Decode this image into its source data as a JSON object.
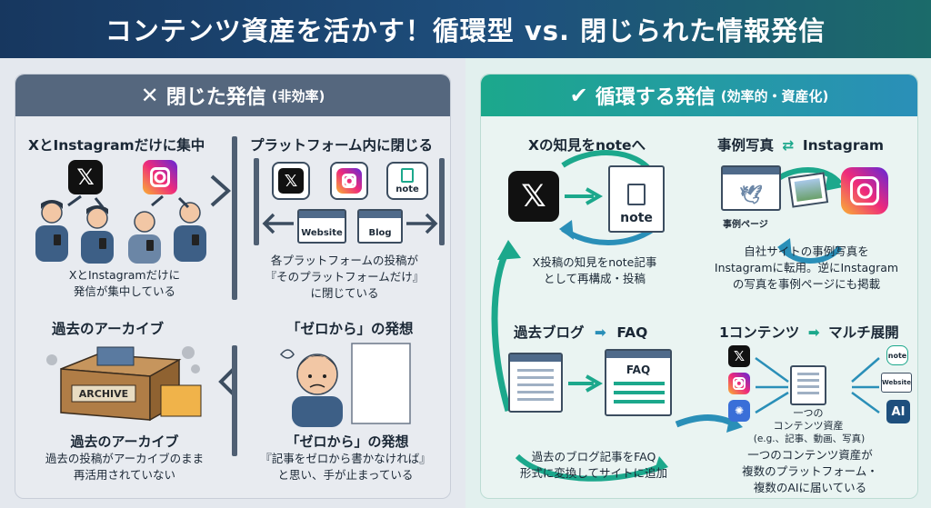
{
  "title": "コンテンツ資産を活かす！循環型 vs. 閉じられた情報発信",
  "left": {
    "header_icon": "x-mark-icon",
    "header": "閉じた発信",
    "header_sub": "(非効率)",
    "s1": {
      "title": "XとInstagramだけに集中",
      "caption": "XとInstagramだけに\n発信が集中している"
    },
    "s2": {
      "title": "プラットフォーム内に閉じる",
      "caption": "各プラットフォームの投稿が\n『そのプラットフォームだけ』\nに閉じている",
      "labels": {
        "website": "Website",
        "blog": "Blog",
        "note": "note"
      }
    },
    "s3": {
      "title": "過去のアーカイブ",
      "box_label": "ARCHIVE",
      "caption_title": "過去のアーカイブ",
      "caption": "過去の投稿がアーカイブのまま\n再活用されていない"
    },
    "s4": {
      "title": "「ゼロから」の発想",
      "caption_title": "「ゼロから」の発想",
      "caption": "『記事をゼロから書かなければ』\nと思い、手が止まっている"
    }
  },
  "right": {
    "header_icon": "check-icon",
    "header": "循環する発信",
    "header_sub": "(効率的・資産化)",
    "s1": {
      "title": "Xの知見をnoteへ",
      "note_label": "note",
      "caption": "X投稿の知見をnote記事\nとして再構成・投稿"
    },
    "s2": {
      "title_a": "事例写真",
      "title_b": "Instagram",
      "page_label": "事例ページ",
      "caption": "自社サイトの事例写真を\nInstagramに転用。逆にInstagram\nの写真を事例ページにも掲載"
    },
    "s3": {
      "title_a": "過去ブログ",
      "title_b": "FAQ",
      "faq_label": "FAQ",
      "caption": "過去のブログ記事をFAQ\n形式に変換してサイトに追加"
    },
    "s4": {
      "title_a": "1コンテンツ",
      "title_b": "マルチ展開",
      "asset_label": "一つの\nコンテンツ資産",
      "asset_sub": "(e.g.、記事、動画、写真)",
      "labels": {
        "note": "note",
        "website": "Website",
        "ai": "AI"
      },
      "caption": "一つのコンテンツ資産が\n複数のプラットフォーム・\n複数のAIに届いている"
    }
  },
  "colors": {
    "accent_green": "#1ca88c",
    "accent_blue": "#2a8fb8",
    "dark_slate": "#55677e"
  }
}
